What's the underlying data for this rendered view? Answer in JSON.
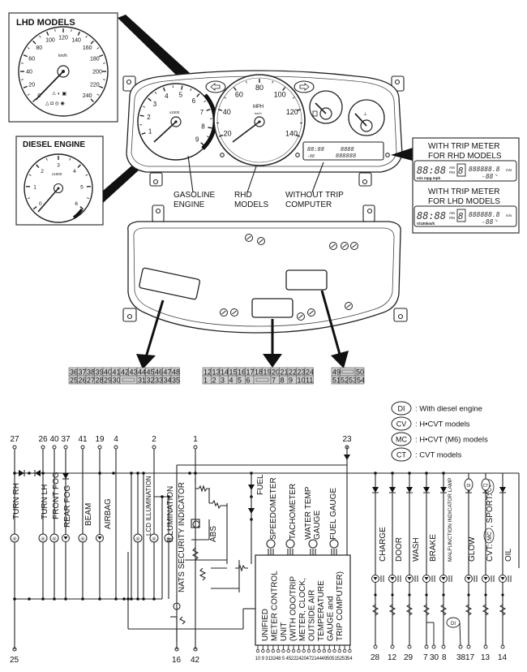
{
  "insets": {
    "lhd_models": {
      "title": "LHD MODELS",
      "unit": "km/h",
      "ticks": [
        "0",
        "20",
        "40",
        "60",
        "80",
        "100",
        "120",
        "140",
        "160",
        "180",
        "200",
        "220",
        "240"
      ]
    },
    "diesel_engine": {
      "title": "DIESEL ENGINE",
      "unit": "x1000",
      "ticks": [
        "0",
        "1",
        "2",
        "3",
        "4",
        "5",
        "6"
      ]
    },
    "trip_rhd": {
      "title_line1": "WITH TRIP METER",
      "title_line2": "FOR RHD MODELS",
      "clock": "88:88",
      "am": "AM",
      "pm": "PM",
      "digit": "8",
      "odo": "888888.8",
      "odo_unit": "m/s",
      "temp": "-88",
      "temp_unit": "°c",
      "units": "m/s mpg mph"
    },
    "trip_lhd": {
      "title_line1": "WITH TRIP METER",
      "title_line2": "FOR LHD MODELS",
      "clock": "88:88",
      "am": "AM",
      "pm": "PM",
      "digit": "8",
      "odo": "888888.8",
      "odo_unit": "m/s",
      "temp": "-88",
      "temp_unit": "°c",
      "units": "V/100km/h"
    }
  },
  "cluster": {
    "tacho_ticks": [
      "1",
      "2",
      "3",
      "4",
      "5",
      "6",
      "7",
      "8",
      "9"
    ],
    "tacho_unit": "x1000",
    "speedo_ticks": [
      "20",
      "40",
      "60",
      "80",
      "100",
      "120",
      "140"
    ],
    "speedo_unit_main": "MPH",
    "speedo_unit_sub": "km/h",
    "lcd_clock": "88:88",
    "lcd_trip": "8888",
    "lcd_odo": "888888",
    "lcd_temp": "-88",
    "callouts": {
      "gasoline": [
        "GASOLINE",
        "ENGINE"
      ],
      "rhd": [
        "RHD",
        "MODELS"
      ],
      "no_trip": [
        "WITHOUT TRIP",
        "COMPUTER"
      ]
    }
  },
  "connectors": {
    "left": {
      "top": [
        "36",
        "37",
        "38",
        "39",
        "40",
        "41",
        "42",
        "43",
        "44",
        "45",
        "46",
        "47",
        "48"
      ],
      "bottom": [
        "25",
        "26",
        "27",
        "28",
        "29",
        "30",
        "",
        "31",
        "32",
        "33",
        "34",
        "35"
      ]
    },
    "middle": {
      "top": [
        "12",
        "13",
        "14",
        "15",
        "16",
        "17",
        "18",
        "19",
        "20",
        "21",
        "22",
        "23",
        "24"
      ],
      "bottom": [
        "1",
        "2",
        "3",
        "4",
        "5",
        "6",
        "",
        "7",
        "8",
        "9",
        "10",
        "11"
      ]
    },
    "right": {
      "top": [
        "49",
        "",
        "50"
      ],
      "bottom": [
        "51",
        "52",
        "53",
        "54"
      ]
    }
  },
  "legend": [
    {
      "code": "DI",
      "desc": ": With diesel engine"
    },
    {
      "code": "CV",
      "desc": ": H•CVT models"
    },
    {
      "code": "MC",
      "desc": ": H•CVT (M6) models"
    },
    {
      "code": "CT",
      "desc": ": CVT models"
    }
  ],
  "schematic": {
    "top_pins": [
      "27",
      "26",
      "40",
      "37",
      "41",
      "19",
      "4",
      "2",
      "1",
      "23"
    ],
    "labels": {
      "turn_rh": "TURN RH",
      "turn_lh": "TURN LH",
      "front_fog": "FRONT FOG",
      "rear_fog": "REAR FOG",
      "beam": "BEAM",
      "airbag": "AIRBAG",
      "lcd_illum": "LCD ILLUMINATION",
      "illum": "ILLUMINATION",
      "nats": "NATS SECURITY INDICATOR",
      "abs": "ABS",
      "fuel": "FUEL",
      "speedometer": "SPEEDOMETER",
      "tachometer": "TACHOMETER",
      "water_temp": [
        "WATER TEMP",
        "GAUGE"
      ],
      "fuel_gauge": "FUEL GAUGE",
      "charge": "CHARGE",
      "door": "DOOR",
      "wash": "WASH",
      "brake": "BRAKE",
      "mil": "MALFUNCTION INDICATOR LAMP",
      "glow": "GLOW",
      "cvt": "CVT:",
      "cvt_mc": "MC",
      "sport": ", SPORT:",
      "sport_cv": "CV",
      "oil": "OIL",
      "di_tag": "DI",
      "ct_tag": "CT"
    },
    "unit_box": [
      "UNIFIED",
      "METER CONTROL",
      "UNIT",
      "(WITH ODO/TRIP",
      "METER, CLOCK,",
      "OUTSIDE AIR",
      "TEMPERATURE",
      "GAUGE and",
      "TRIP COMPUTER)"
    ],
    "unit_pins": [
      "10",
      "9",
      "31",
      "32",
      "48",
      "5",
      "45",
      "22",
      "24",
      "20",
      "47",
      "21",
      "44",
      "49",
      "50",
      "51",
      "52",
      "53",
      "54"
    ],
    "bottom_pins": {
      "p25": "25",
      "p16": "16",
      "p42": "42",
      "p28": "28",
      "p12": "12",
      "p29": "29",
      "p7": "7",
      "p30": "30",
      "p8": "8",
      "p38": "38",
      "p17": "17",
      "p13": "13",
      "p14": "14"
    }
  }
}
